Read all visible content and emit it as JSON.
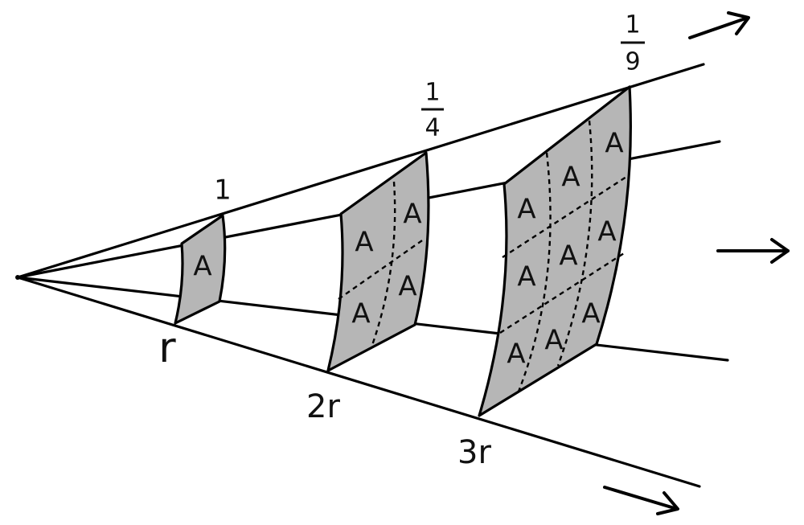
{
  "cell_label": "A",
  "distance_labels": [
    "r",
    "2r",
    "3r"
  ],
  "intensity_labels": [
    {
      "numerator": "1",
      "denominator": ""
    },
    {
      "numerator": "1",
      "denominator": "4"
    },
    {
      "numerator": "1",
      "denominator": "9"
    }
  ]
}
